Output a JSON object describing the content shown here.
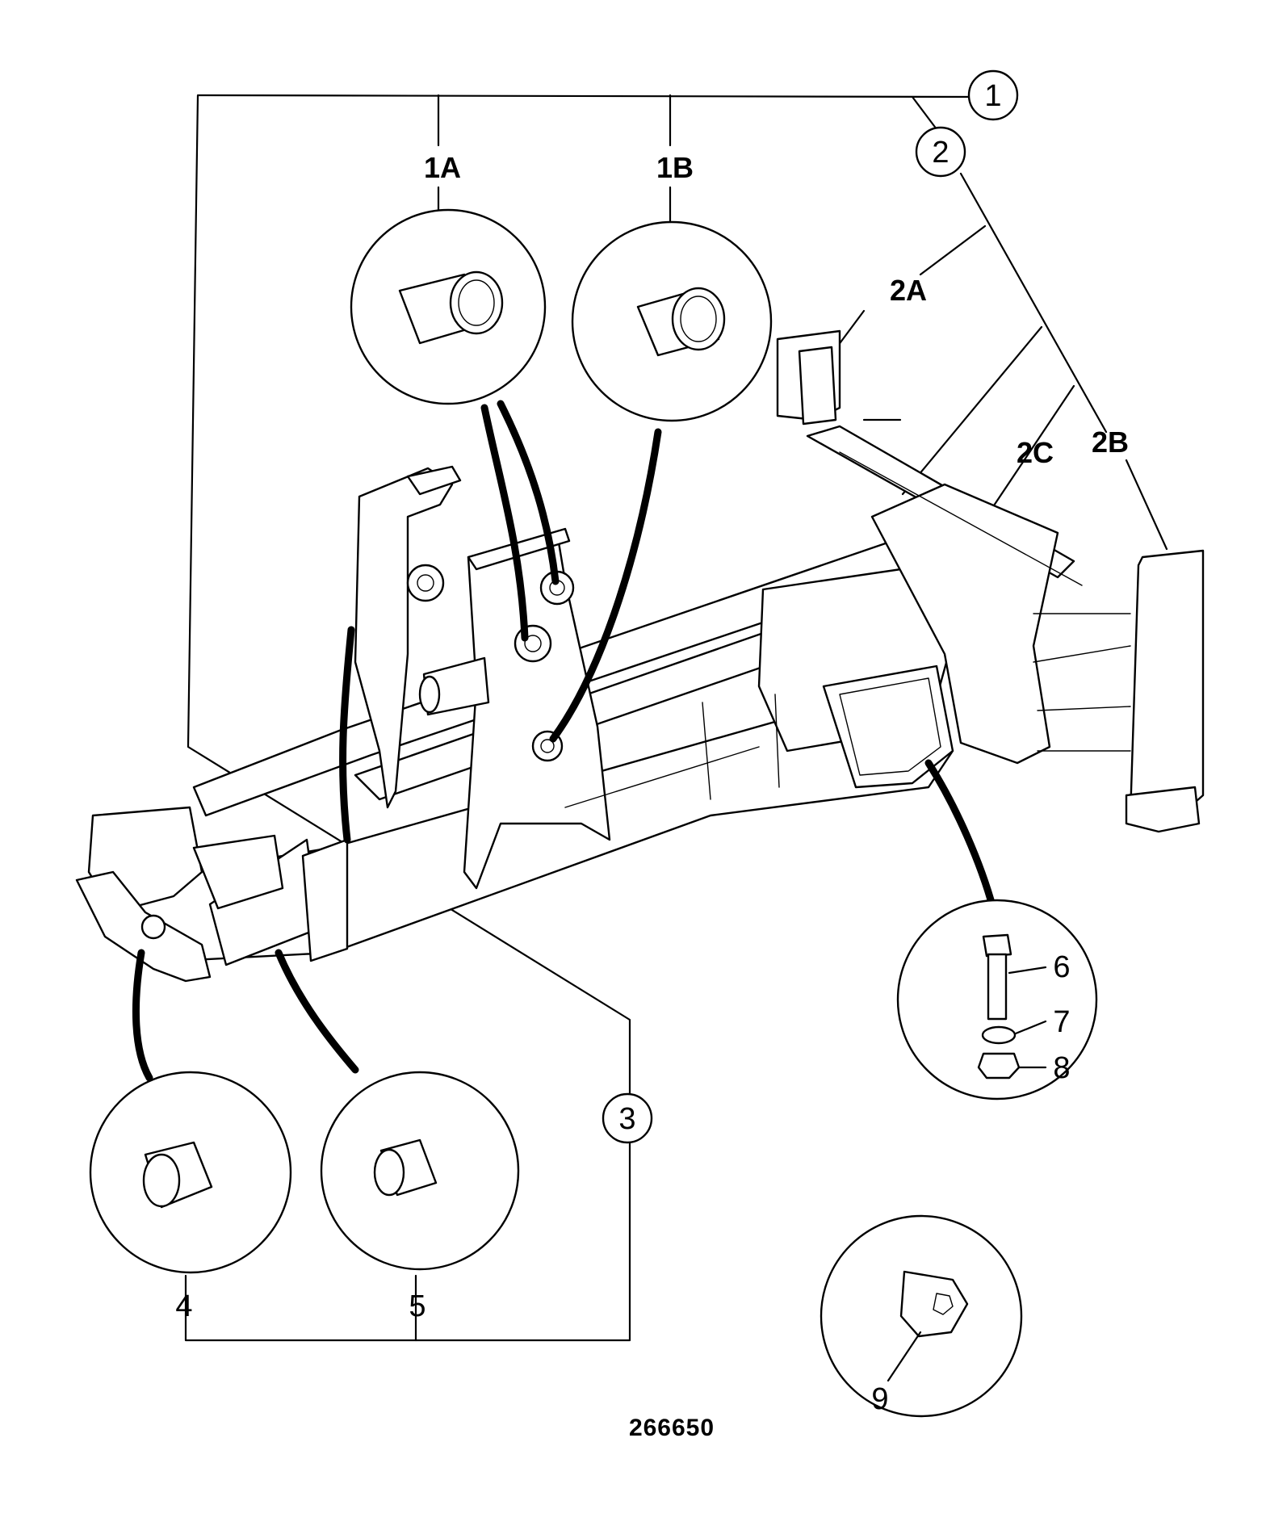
{
  "diagram": {
    "callouts": {
      "c1": "1",
      "c1a": "1A",
      "c1b": "1B",
      "c2": "2",
      "c2a": "2A",
      "c2b": "2B",
      "c2c": "2C",
      "c3": "3",
      "c4": "4",
      "c5": "5",
      "c6": "6",
      "c7": "7",
      "c8": "8",
      "c9": "9"
    },
    "drawing_number": "266650"
  }
}
